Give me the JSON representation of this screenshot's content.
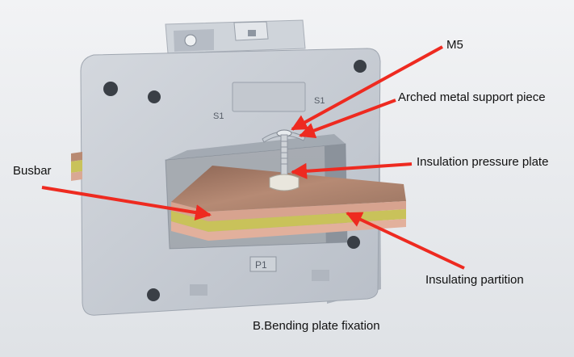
{
  "labels": {
    "m5": "M5",
    "arched_support": "Arched metal support piece",
    "insulation_pressure_plate": "Insulation pressure plate",
    "busbar": "Busbar",
    "insulating_partition": "Insulating partition"
  },
  "caption": "B.Bending plate fixation",
  "housing_markings": {
    "s1_left": "S1",
    "s1_right": "S1",
    "p1": "P1"
  },
  "colors": {
    "background": "#e9ebee",
    "housing": "#c9ced6",
    "busbar_copper": "#b88a72",
    "insulating_layer": "#c9c25a",
    "arrow": "#ee2a20"
  }
}
